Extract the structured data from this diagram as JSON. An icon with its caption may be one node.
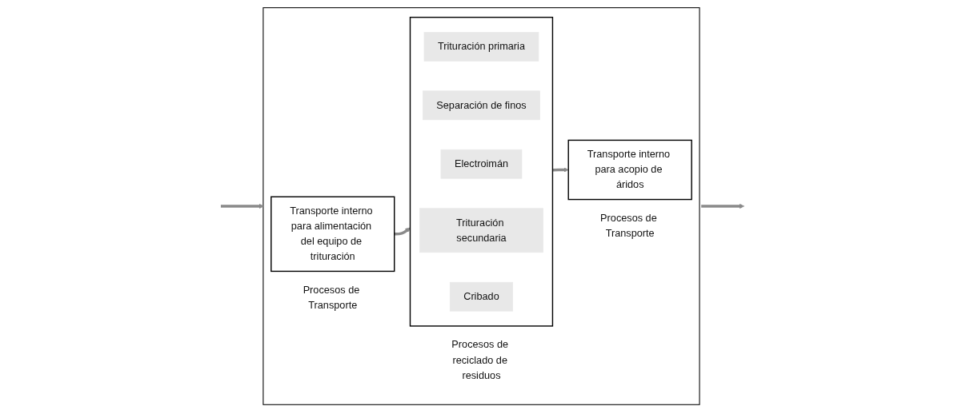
{
  "diagram": {
    "nodes": [
      {
        "text": [],
        "shape": "box"
      },
      {
        "text": [
          "Transporte interno para alimentación del equipo de trituración"
        ],
        "in": 0,
        "beside": [
          "Procesos de Transporte"
        ]
      },
      {
        "text": [],
        "shape": "box",
        "in": 0,
        "beside": [
          "Procesos de reciclado de residuos"
        ]
      },
      {
        "text": [
          "Trituración primaria"
        ],
        "in": 2
      },
      {
        "text": [
          "Separación de finos"
        ],
        "in": 2
      },
      {
        "text": [
          "Electroimán"
        ],
        "in": 2
      },
      {
        "text": [
          "Trituración secundaria"
        ],
        "in": 2
      },
      {
        "text": [
          "Cribado"
        ],
        "in": 2
      },
      {
        "text": [
          "Transporte interno para acopio de áridos"
        ],
        "in": 0,
        "beside": [
          "Procesos de Transporte"
        ]
      }
    ],
    "edges": [
      {
        "from": null,
        "to": 0,
        "arrow": "to"
      },
      {
        "from": 1,
        "to": 2,
        "arrow": "to"
      },
      {
        "from": 2,
        "to": 8,
        "arrow": "to"
      },
      {
        "from": 0,
        "to": null,
        "arrow": "to"
      }
    ]
  }
}
